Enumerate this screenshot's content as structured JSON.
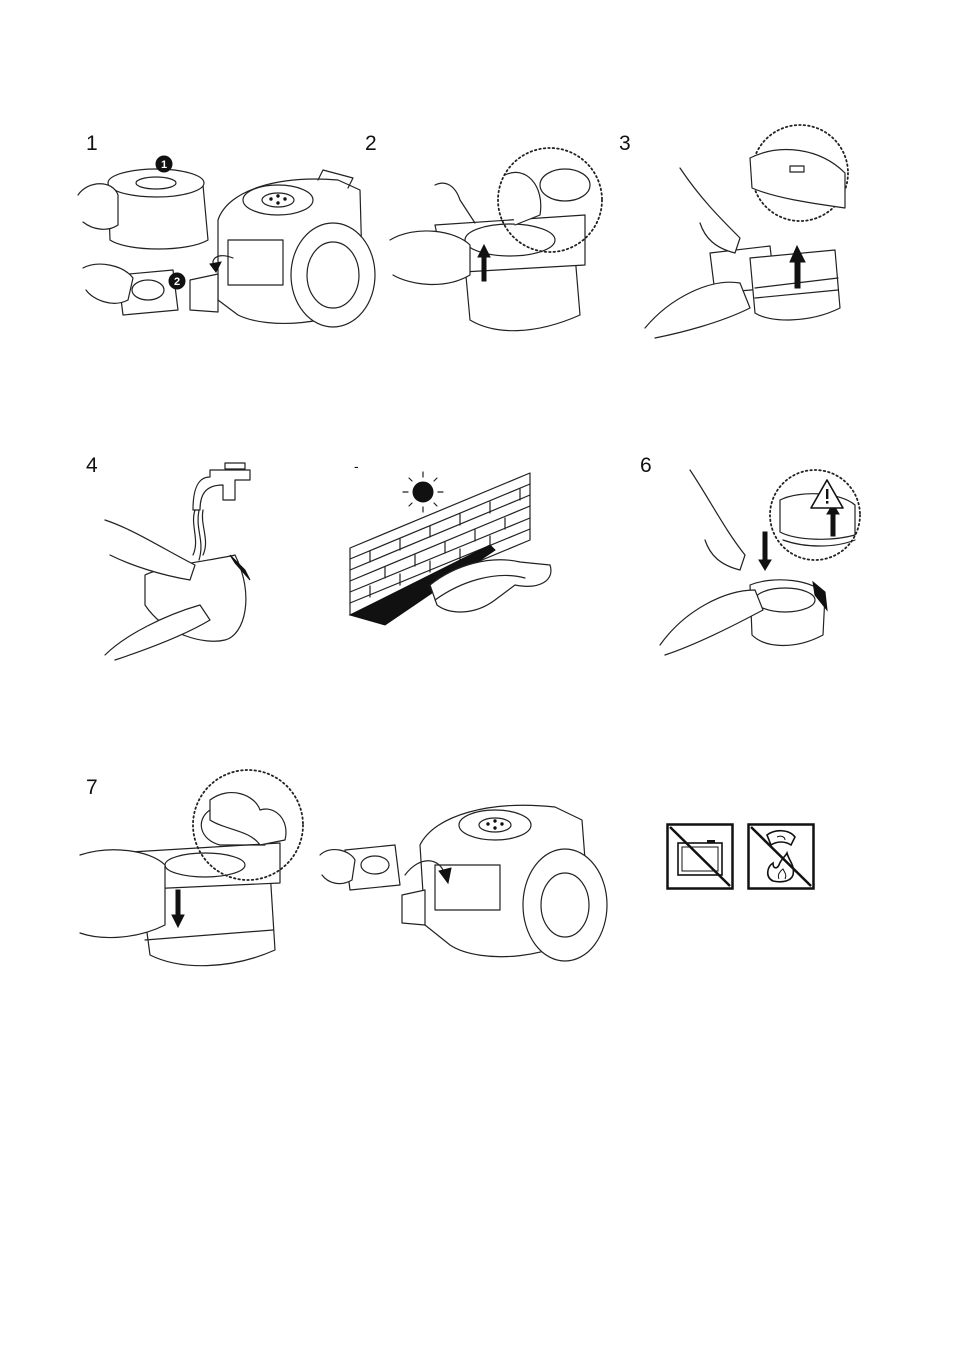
{
  "steps": [
    {
      "label": "1",
      "callouts": [
        "1",
        "2"
      ]
    },
    {
      "label": "2"
    },
    {
      "label": "3"
    },
    {
      "label": "4"
    },
    {
      "label": "-"
    },
    {
      "label": "6"
    },
    {
      "label": "7"
    }
  ],
  "icons": {
    "warning": "warning-triangle-icon",
    "no_dryer": "no-dryer-icon",
    "no_fire": "no-fire-icon"
  }
}
